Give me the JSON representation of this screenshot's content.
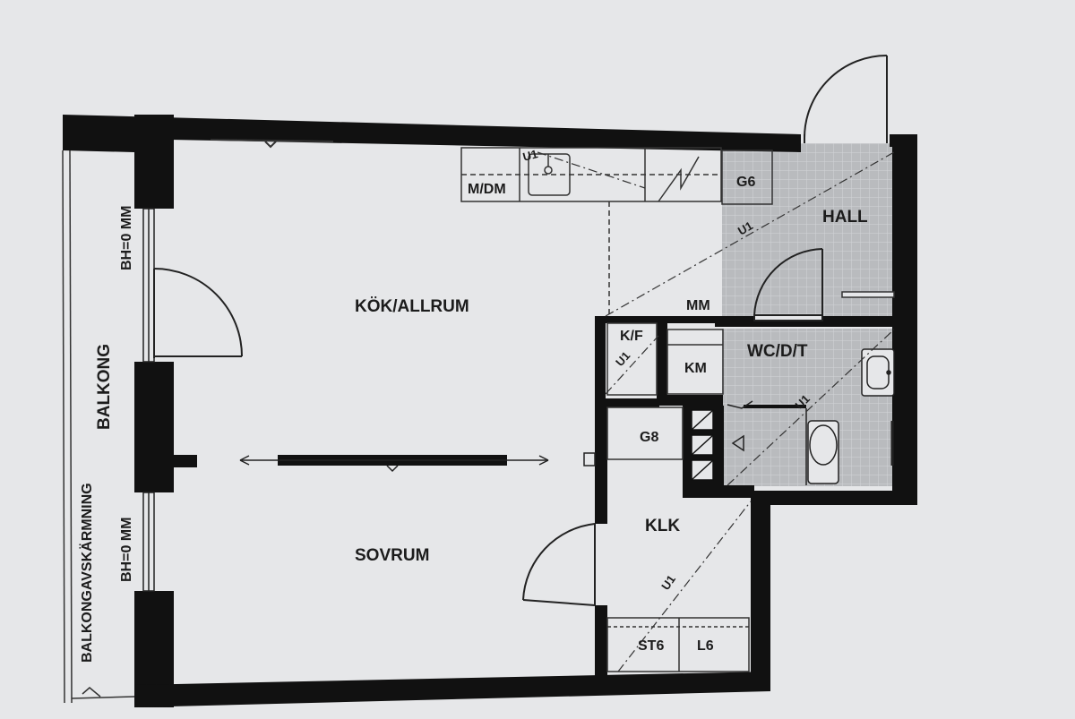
{
  "rooms": {
    "kok_allrum": "KÖK/ALLRUM",
    "sovrum": "SOVRUM",
    "hall": "HALL",
    "wc": "WC/D/T",
    "klk": "KLK",
    "balkong": "BALKONG"
  },
  "fixtures": {
    "mdm": "M/DM",
    "g6": "G6",
    "mm": "MM",
    "kf": "K/F",
    "km": "KM",
    "g8": "G8",
    "st6": "ST6",
    "l6": "L6"
  },
  "markers": {
    "u1_kitchen": "U1",
    "u1_hall": "U1",
    "u1_kf": "U1",
    "u1_wc": "U1",
    "u1_klk": "U1"
  },
  "notes": {
    "bh_top": "BH=0 MM",
    "bh_bottom": "BH=0 MM",
    "balkongavskarmning": "BALKONGAVSKÄRMNING"
  },
  "colors": {
    "paper": "#e6e7e9",
    "wall": "#111111",
    "tile": "#b9bbbe",
    "tile_grid": "#d2d4d7",
    "line": "#2a2a2a"
  }
}
